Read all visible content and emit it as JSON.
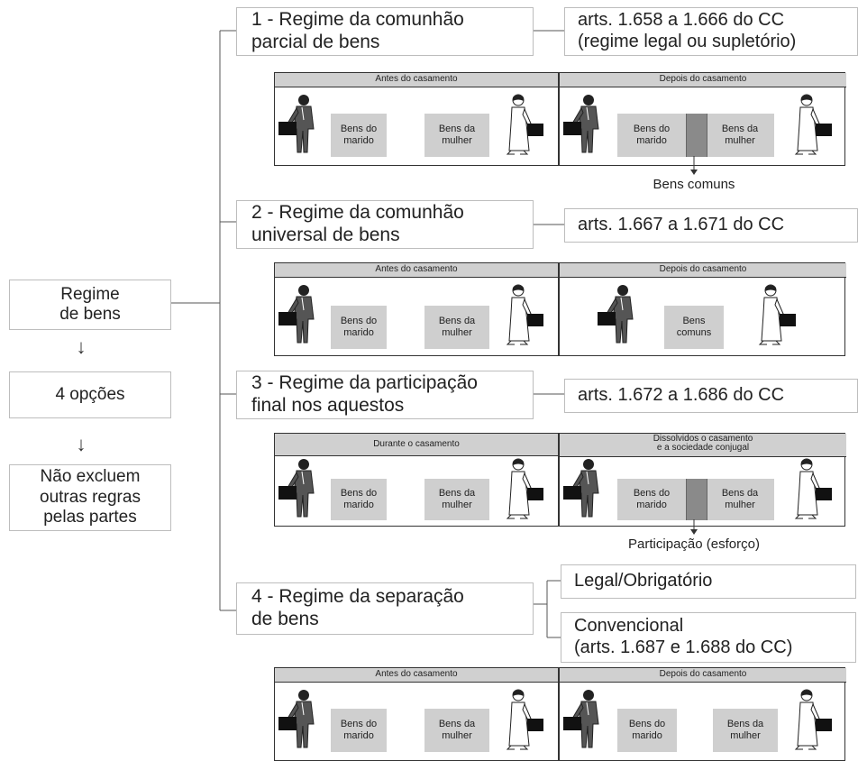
{
  "left": {
    "regime": "Regime\nde bens",
    "opcoes": "4 opções",
    "nao_excluem": "Não excluem\noutras regras\npelas partes",
    "arrow": "↓"
  },
  "regimes": [
    {
      "title": "1 - Regime da comunhão\n   parcial de bens",
      "articles": "arts. 1.658 a 1.666 do CC\n(regime legal ou supletório)"
    },
    {
      "title": "2 - Regime da comunhão\n   universal de bens",
      "articles": "arts. 1.667 a 1.671 do CC"
    },
    {
      "title": "3 - Regime da participação\n   final nos aquestos",
      "articles": "arts. 1.672 a 1.686 do CC"
    },
    {
      "title": "4 - Regime da separação\n   de bens",
      "options": [
        "Legal/Obrigatório",
        "Convencional\n(arts. 1.687 e 1.688 do CC)"
      ]
    }
  ],
  "panels": [
    {
      "left_header": "Antes do casamento",
      "right_header": "Depois do casamento",
      "left_assets": [
        "Bens do\nmarido",
        "Bens da\nmulher"
      ],
      "right_assets": [
        "Bens do\nmarido",
        "Bens da\nmulher"
      ],
      "caption": "Bens comuns"
    },
    {
      "left_header": "Antes do casamento",
      "right_header": "Depois do casamento",
      "left_assets": [
        "Bens do\nmarido",
        "Bens da\nmulher"
      ],
      "right_assets": [
        "Bens\ncomuns"
      ]
    },
    {
      "left_header": "Durante o casamento",
      "right_header": "Dissolvidos o casamento\ne a sociedade conjugal",
      "left_assets": [
        "Bens do\nmarido",
        "Bens da\nmulher"
      ],
      "right_assets": [
        "Bens do\nmarido",
        "Bens da\nmulher"
      ],
      "caption": "Participação (esforço)"
    },
    {
      "left_header": "Antes do casamento",
      "right_header": "Depois do casamento",
      "left_assets": [
        "Bens do\nmarido",
        "Bens da\nmulher"
      ],
      "right_assets": [
        "Bens do\nmarido",
        "Bens da\nmulher"
      ]
    }
  ],
  "figure_icons": [
    "businessman-icon",
    "businesswoman-icon"
  ]
}
